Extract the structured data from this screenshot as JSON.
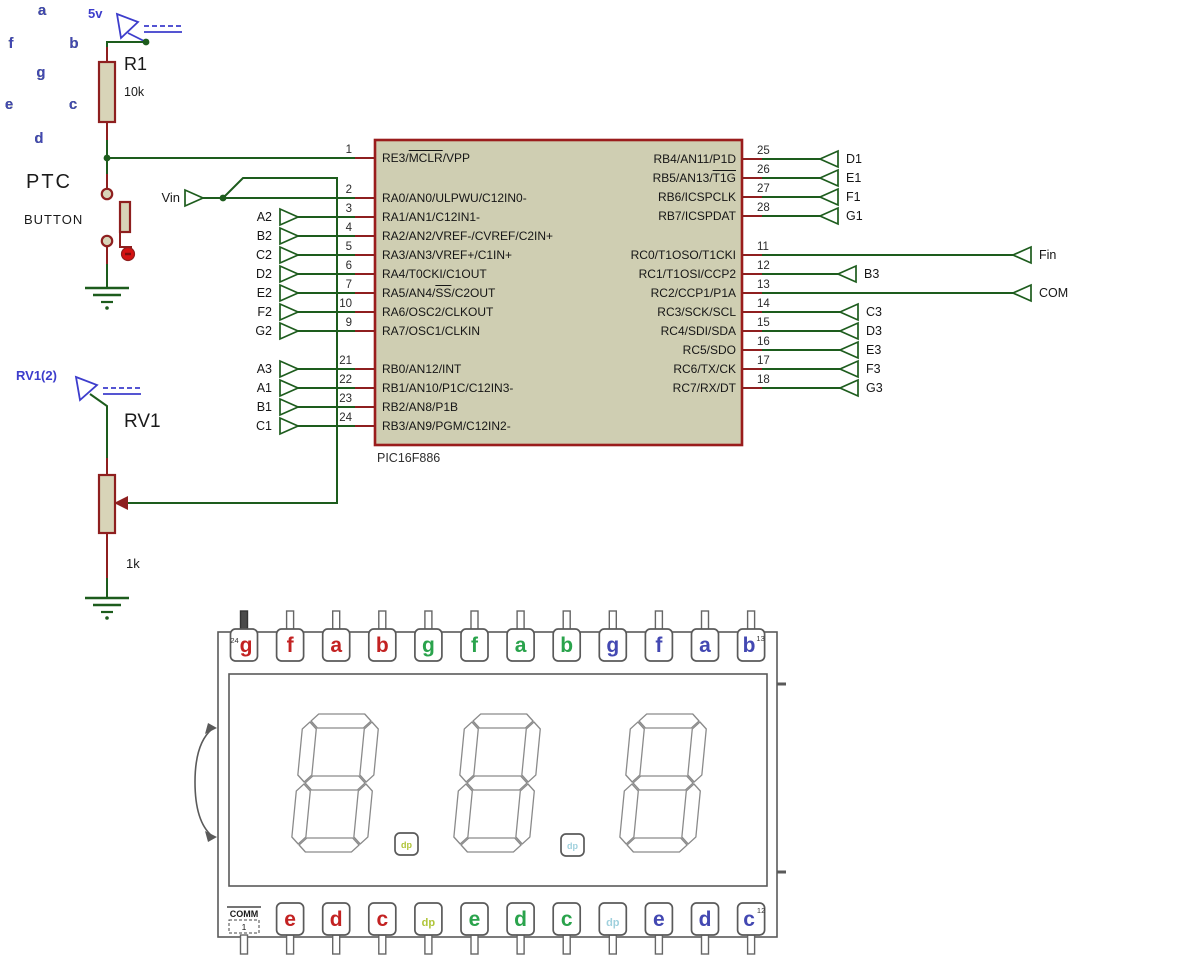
{
  "colors": {
    "wire": "#1d5c1d",
    "pin_red": "#8e1f1f",
    "chip_fill": "#cfceb2",
    "chip_border": "#9a1c1c",
    "component_fill": "#d8d4b8",
    "blue_label": "#3d3dcc",
    "outline_gray": "#5a5a5a",
    "seg_red": "#c32222",
    "seg_green": "#2aa34c",
    "seg_blue": "#4348b2",
    "dp_yellow_green": "#afc437",
    "dp_light_blue": "#9fd0dd",
    "button_indicator": "#d51212"
  },
  "power": {
    "vcc": "5v",
    "vin": "Vin"
  },
  "resistor": {
    "ref": "R1",
    "value": "10k"
  },
  "button": {
    "line1": "PTC",
    "line2": "BUTTON"
  },
  "pot": {
    "net": "RV1(2)",
    "ref": "RV1",
    "value": "1k"
  },
  "chip": {
    "name": "PIC16F886",
    "left_pins": [
      {
        "num": "1",
        "parts": [
          {
            "t": "RE3/"
          },
          {
            "t": "MCLR",
            "ol": true
          },
          {
            "t": "/VPP"
          }
        ]
      },
      {
        "num": "2",
        "parts": [
          {
            "t": "RA0/AN0/ULPWU/C12IN0-"
          }
        ]
      },
      {
        "num": "3",
        "parts": [
          {
            "t": "RA1/AN1/C12IN1-"
          }
        ]
      },
      {
        "num": "4",
        "parts": [
          {
            "t": "RA2/AN2/VREF-/CVREF/C2IN+"
          }
        ]
      },
      {
        "num": "5",
        "parts": [
          {
            "t": "RA3/AN3/VREF+/C1IN+"
          }
        ]
      },
      {
        "num": "6",
        "parts": [
          {
            "t": "RA4/T0CKI/C1OUT"
          }
        ]
      },
      {
        "num": "7",
        "parts": [
          {
            "t": "RA5/AN4/"
          },
          {
            "t": "SS",
            "ol": true
          },
          {
            "t": "/C2OUT"
          }
        ]
      },
      {
        "num": "10",
        "parts": [
          {
            "t": "RA6/OSC2/CLKOUT"
          }
        ]
      },
      {
        "num": "9",
        "parts": [
          {
            "t": "RA7/OSC1/CLKIN"
          }
        ]
      },
      {
        "num": "21",
        "parts": [
          {
            "t": "RB0/AN12/INT"
          }
        ]
      },
      {
        "num": "22",
        "parts": [
          {
            "t": "RB1/AN10/P1C/C12IN3-"
          }
        ]
      },
      {
        "num": "23",
        "parts": [
          {
            "t": "RB2/AN8/P1B"
          }
        ]
      },
      {
        "num": "24",
        "parts": [
          {
            "t": "RB3/AN9/PGM/C12IN2-"
          }
        ]
      }
    ],
    "right_pins": [
      {
        "num": "25",
        "parts": [
          {
            "t": "RB4/AN11/P1D"
          }
        ]
      },
      {
        "num": "26",
        "parts": [
          {
            "t": "RB5/AN13/"
          },
          {
            "t": "T1G",
            "ol": true
          }
        ]
      },
      {
        "num": "27",
        "parts": [
          {
            "t": "RB6/ICSPCLK"
          }
        ]
      },
      {
        "num": "28",
        "parts": [
          {
            "t": "RB7/ICSPDAT"
          }
        ]
      },
      {
        "num": "11",
        "parts": [
          {
            "t": "RC0/T1OSO/T1CKI"
          }
        ]
      },
      {
        "num": "12",
        "parts": [
          {
            "t": "RC1/T1OSI/CCP2"
          }
        ]
      },
      {
        "num": "13",
        "parts": [
          {
            "t": "RC2/CCP1/P1A"
          }
        ]
      },
      {
        "num": "14",
        "parts": [
          {
            "t": "RC3/SCK/SCL"
          }
        ]
      },
      {
        "num": "15",
        "parts": [
          {
            "t": "RC4/SDI/SDA"
          }
        ]
      },
      {
        "num": "16",
        "parts": [
          {
            "t": "RC5/SDO"
          }
        ]
      },
      {
        "num": "17",
        "parts": [
          {
            "t": "RC6/TX/CK"
          }
        ]
      },
      {
        "num": "18",
        "parts": [
          {
            "t": "RC7/RX/DT"
          }
        ]
      }
    ]
  },
  "left_terminals": [
    "A2",
    "B2",
    "C2",
    "D2",
    "E2",
    "F2",
    "G2",
    "A3",
    "A1",
    "B1",
    "C1"
  ],
  "right_terminals": [
    "D1",
    "E1",
    "F1",
    "G1",
    "Fin",
    "B3",
    "COM",
    "C3",
    "D3",
    "E3",
    "F3",
    "G3"
  ],
  "display": {
    "top_pins": [
      {
        "l": "g",
        "c": "seg_red",
        "n": "24"
      },
      {
        "l": "f",
        "c": "seg_red"
      },
      {
        "l": "a",
        "c": "seg_red"
      },
      {
        "l": "b",
        "c": "seg_red"
      },
      {
        "l": "g",
        "c": "seg_green"
      },
      {
        "l": "f",
        "c": "seg_green"
      },
      {
        "l": "a",
        "c": "seg_green"
      },
      {
        "l": "b",
        "c": "seg_green"
      },
      {
        "l": "g",
        "c": "seg_blue"
      },
      {
        "l": "f",
        "c": "seg_blue"
      },
      {
        "l": "a",
        "c": "seg_blue"
      },
      {
        "l": "b",
        "c": "seg_blue",
        "n": "13"
      }
    ],
    "bottom_pins": [
      {
        "l": "COMM",
        "n": "1",
        "c": "ink"
      },
      {
        "l": "e",
        "c": "seg_red"
      },
      {
        "l": "d",
        "c": "seg_red"
      },
      {
        "l": "c",
        "c": "seg_red"
      },
      {
        "l": "dp",
        "c": "dp_yellow_green"
      },
      {
        "l": "e",
        "c": "seg_green"
      },
      {
        "l": "d",
        "c": "seg_green"
      },
      {
        "l": "c",
        "c": "seg_green"
      },
      {
        "l": "dp",
        "c": "dp_light_blue"
      },
      {
        "l": "e",
        "c": "seg_blue"
      },
      {
        "l": "d",
        "c": "seg_blue"
      },
      {
        "l": "c",
        "c": "seg_blue",
        "n": "12"
      }
    ],
    "digits": [
      {
        "c": "seg_red",
        "labels": [
          "a",
          "f",
          "b",
          "g",
          "e",
          "c",
          "d"
        ]
      },
      {
        "c": "seg_green",
        "labels": [
          "a",
          "f",
          "b",
          "g",
          "e",
          "c",
          "d"
        ]
      },
      {
        "c": "seg_blue",
        "labels": [
          "a",
          "f",
          "b",
          "g",
          "e",
          "c",
          "d"
        ]
      }
    ],
    "dp_marks": [
      {
        "t": "dp",
        "c": "dp_yellow_green"
      },
      {
        "t": "dp",
        "c": "dp_light_blue"
      }
    ]
  }
}
